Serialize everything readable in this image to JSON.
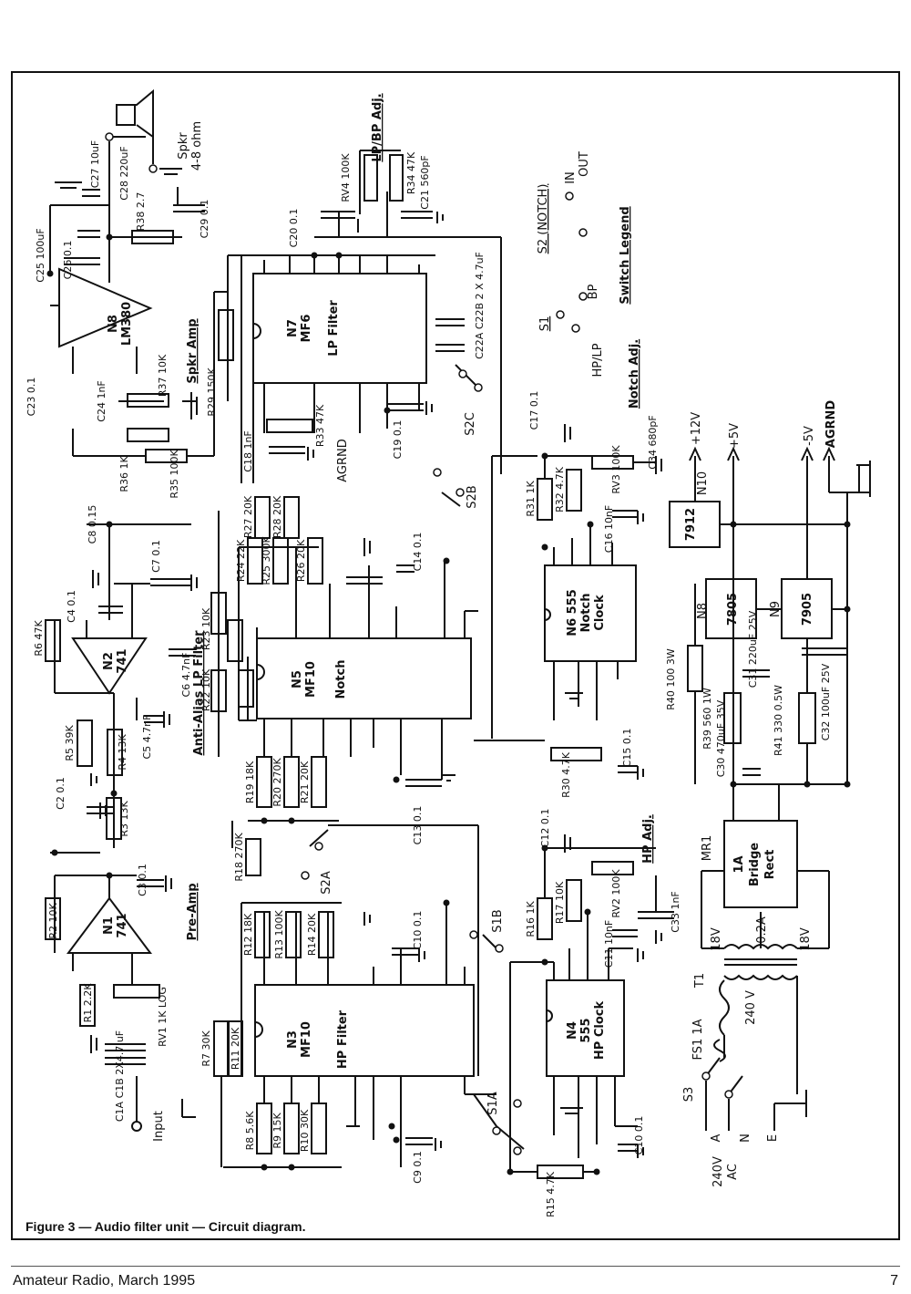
{
  "figure": {
    "caption": "Figure 3 — Audio filter unit — Circuit diagram."
  },
  "footer": {
    "publication": "Amateur Radio, March 1995",
    "page_number": "7"
  },
  "sections": {
    "pre_amp": "Pre-Amp",
    "anti_alias": "Anti-Alias LP Filter",
    "spkr_amp": "Spkr Amp",
    "switch_legend": "Switch Legend",
    "lpbp_adj": "LP/BP Adj.",
    "notch_adj": "Notch Adj.",
    "hp_adj": "HP Adj."
  },
  "ics": {
    "n1": {
      "ref": "N1",
      "part": "741"
    },
    "n2": {
      "ref": "N2",
      "part": "741"
    },
    "n3": {
      "ref": "N3",
      "part": "MF10",
      "func": "HP Filter"
    },
    "n4": {
      "ref": "N4",
      "part": "555",
      "func": "HP Clock"
    },
    "n5": {
      "ref": "N5",
      "part": "MF10",
      "func": "Notch"
    },
    "n6": {
      "ref": "N6 555",
      "part": "Notch",
      "func": "Clock"
    },
    "n7": {
      "ref": "N7",
      "part": "MF6",
      "func": "LP Filter"
    },
    "n8": {
      "ref": "N8",
      "part": "LM380"
    },
    "n8reg": {
      "ref": "N8",
      "part": "7805"
    },
    "n9": {
      "ref": "N9",
      "part": "7905"
    },
    "n10": {
      "ref": "N10",
      "part": "7912"
    }
  },
  "bridge": {
    "ref": "MR1",
    "text1": "1A",
    "text2": "Bridge",
    "text3": "Rect"
  },
  "transformer": {
    "ref": "T1",
    "sec1": "18V",
    "sec2": "18V",
    "fuse_rating": "0.2A",
    "primary": "240 V"
  },
  "power_in": {
    "switch": "S3",
    "fuse": "FS1 1A",
    "a": "A",
    "n": "N",
    "e": "E",
    "mains": "240V",
    "ac": "AC"
  },
  "rails": {
    "p12": "+12V",
    "p5": "+5V",
    "m5": "-5V",
    "agrnd": "AGRND"
  },
  "input_label": "Input",
  "speaker": {
    "label1": "Spkr",
    "label2": "4-8 ohm"
  },
  "legend": {
    "s2": "S2 (NOTCH)",
    "in": "IN",
    "out": "OUT",
    "s1": "S1",
    "bp": "BP",
    "hplp": "HP/LP"
  },
  "switches": {
    "s1a": "S1A",
    "s1b": "S1B",
    "s2a": "S2A",
    "s2b": "S2B",
    "s2c": "S2C"
  },
  "components": {
    "r1": "R1 2.2K",
    "r2": "R2 10K",
    "r3": "R3 13K",
    "r4": "R4 13K",
    "r5": "R5 39K",
    "r6": "R6 47K",
    "r7": "R7 30K",
    "r8": "R8 5.6K",
    "r9": "R9 15K",
    "r10": "R10 30K",
    "r11": "R11 20K",
    "r12": "R12 18K",
    "r13": "R13 100K",
    "r14": "R14 20K",
    "r15": "R15 4.7K",
    "r16": "R16 1K",
    "r17": "R17 10K",
    "r18": "R18 270K",
    "r19": "R19 18K",
    "r20": "R20 270K",
    "r21": "R21 20K",
    "r22": "R22 10K",
    "r23": "R23 10K",
    "r24": "R24 22K",
    "r25": "R25 300K",
    "r26": "R26 20K",
    "r27": "R27 20K",
    "r28": "R28 20K",
    "r29": "R29 150K",
    "r30": "R30 4.7K",
    "r31": "R31 1K",
    "r32": "R32 4.7K",
    "r33": "R33 47K",
    "r34": "R34 47K",
    "r35": "R35 100K",
    "r36": "R36 1K",
    "r37": "R37 10K",
    "r38": "R38 2.7",
    "r39": "R39 560 1W",
    "r40": "R40 100 3W",
    "r41": "R41 330 0.5W",
    "rv1": "RV1 1K LOG",
    "rv2": "RV2 100K",
    "rv3": "RV3 100K",
    "rv4": "RV4 100K",
    "c1": "C1A C1B 2X4.7 uF",
    "c2": "C2 0.1",
    "c3": "C3 0.1",
    "c4": "C4 0.1",
    "c5": "C5 4.7nF",
    "c6": "C6 4.7nF",
    "c7": "C7 0.1",
    "c8": "C8 0.15",
    "c9": "C9 0.1",
    "c10": "C10 0.1",
    "c10b": "C10 0.1",
    "c11": "C11 10nF",
    "c12": "C12 0.1",
    "c13": "C13 0.1",
    "c14": "C14 0.1",
    "c15": "C15 0.1",
    "c16": "C16 10nF",
    "c17": "C17 0.1",
    "c18": "C18 1nF",
    "c19": "C19 0.1",
    "c20": "C20 0.1",
    "c21": "C21 560pF",
    "c22": "C22A C22B 2 X 4.7uF",
    "c23": "C23 0.1",
    "c24": "C24 1nF",
    "c25": "C25 100uF",
    "c26": "C26 0.1",
    "c27": "C27 10uF",
    "c28": "C28 220uF",
    "c29": "C29 0.1",
    "c30": "C30 470uF 35V",
    "c31": "C31 220uF 25V",
    "c32": "C32 100uF 25V",
    "c33": "C33 1nF",
    "c34": "C34 680pF"
  }
}
